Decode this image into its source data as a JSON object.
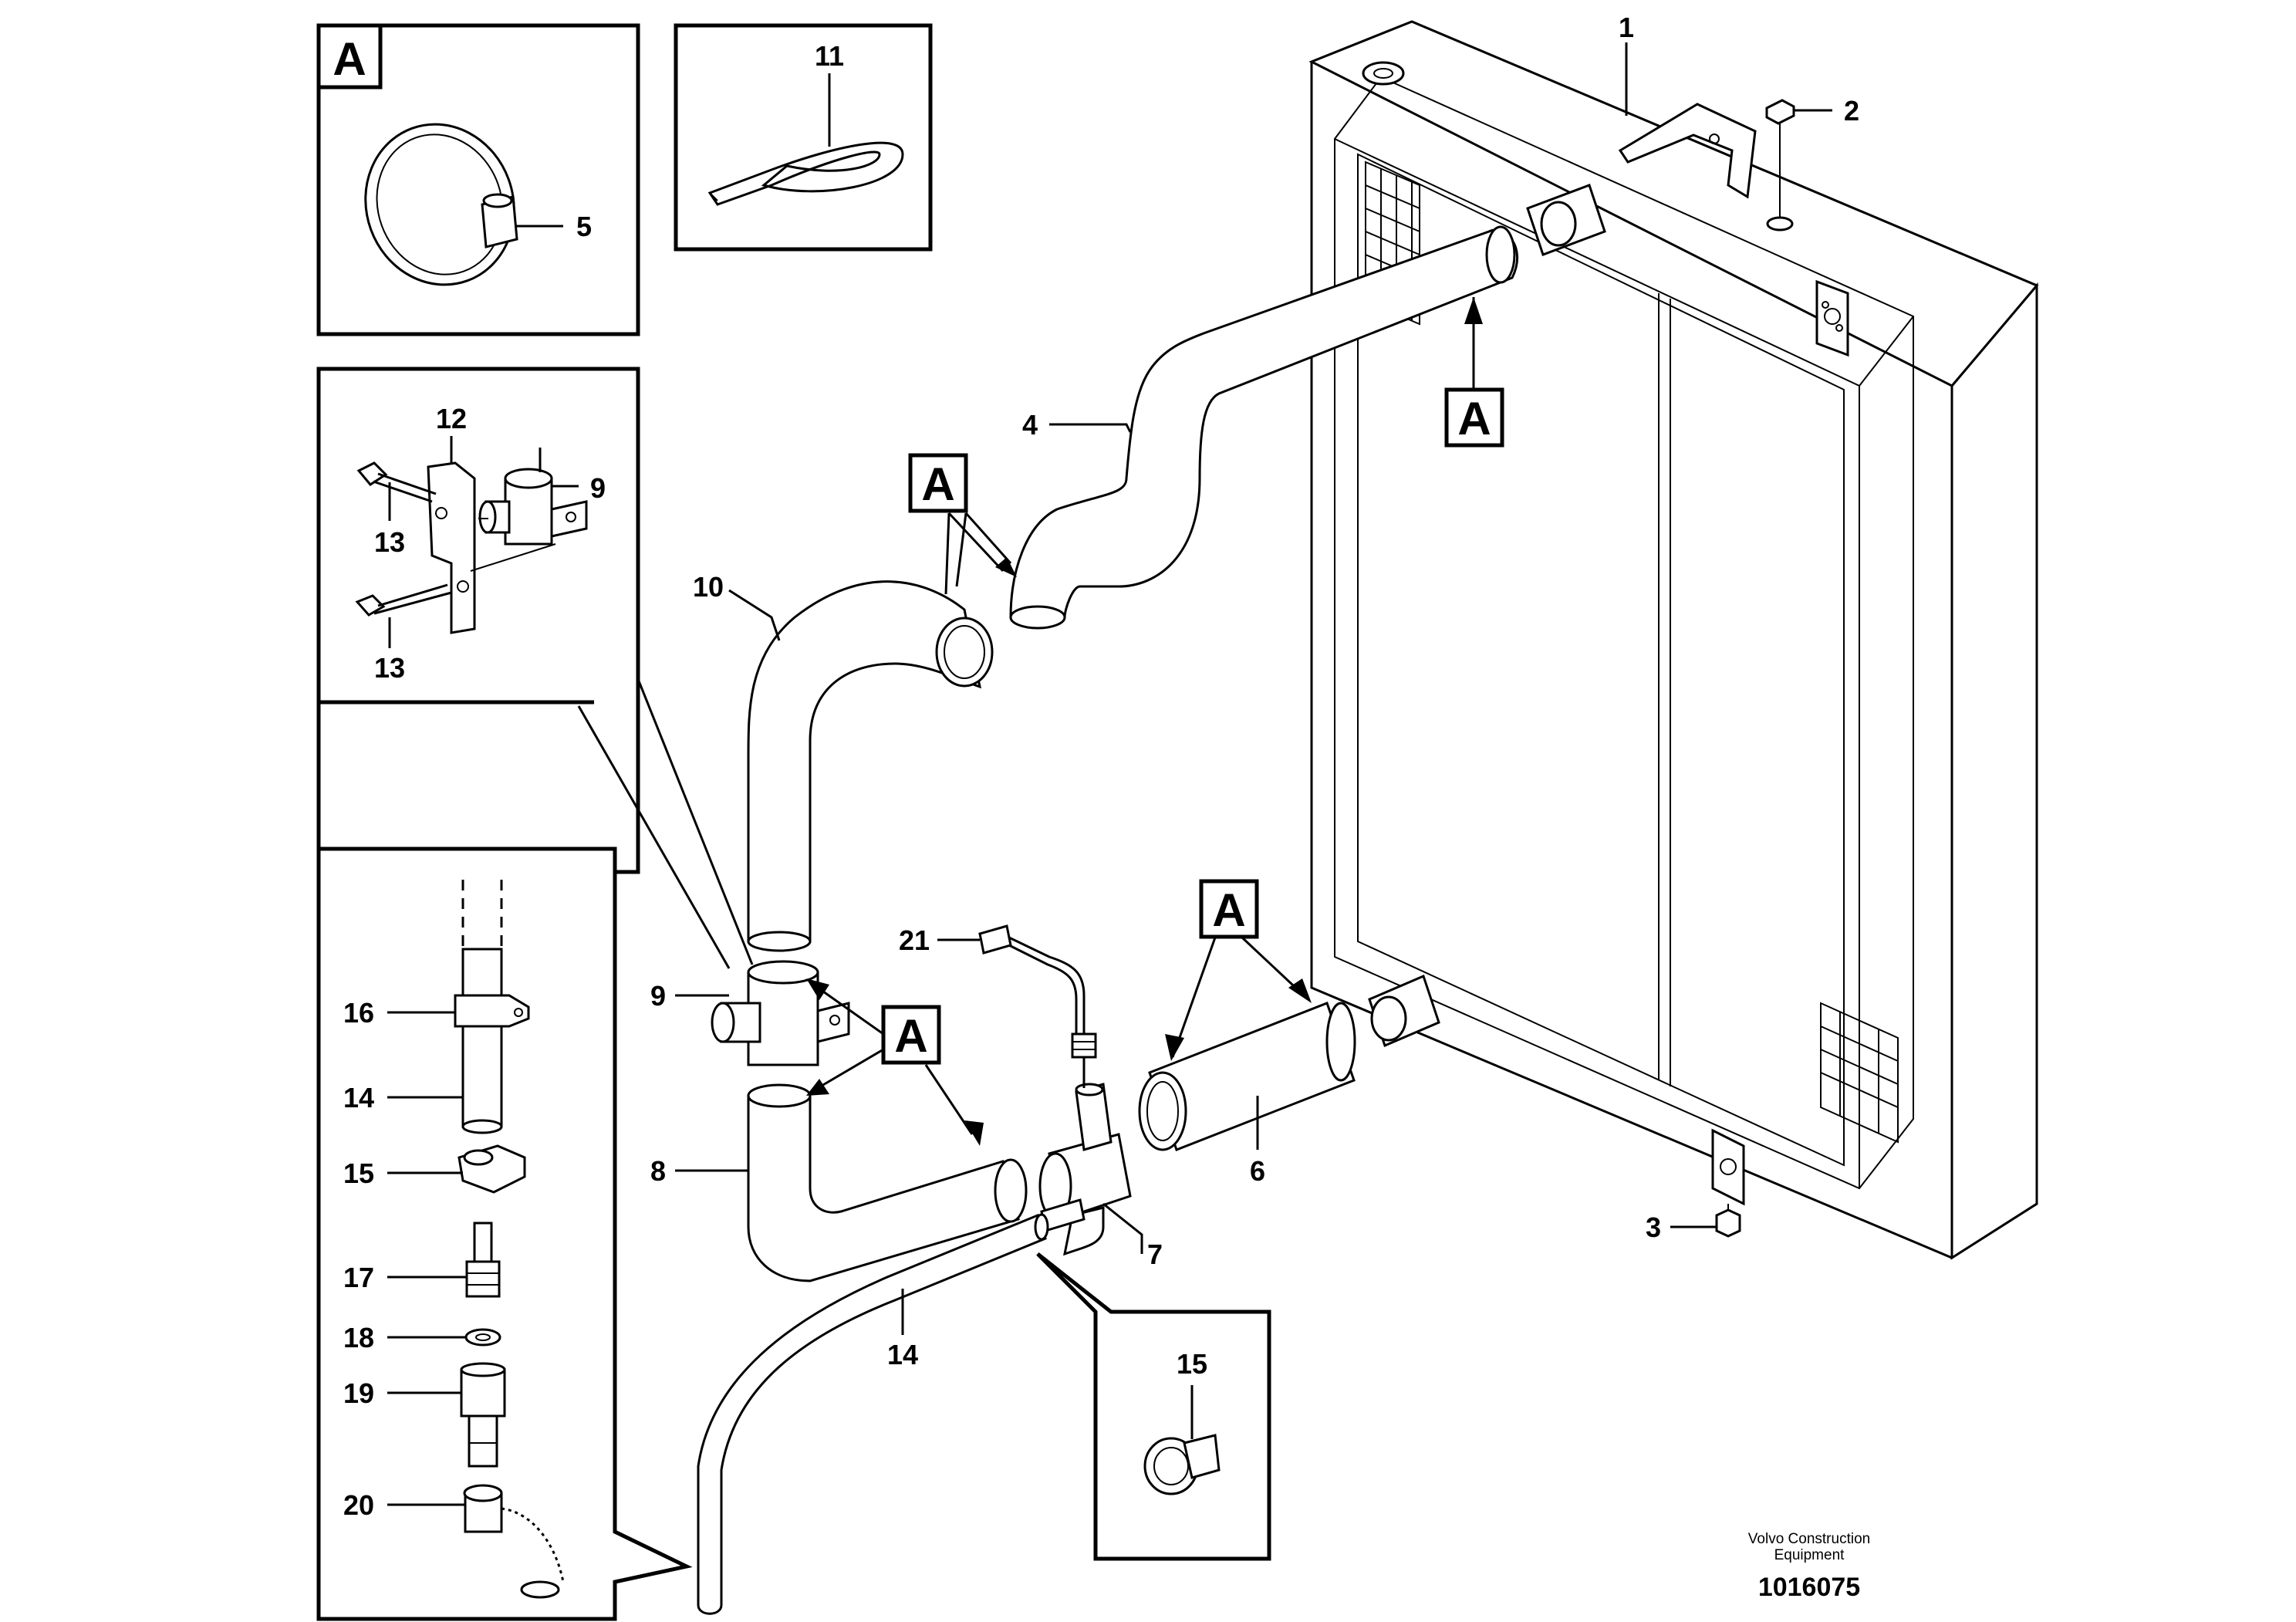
{
  "diagram": {
    "callout_letter": "A",
    "part_numbers": {
      "p1": "1",
      "p2": "2",
      "p3": "3",
      "p4": "4",
      "p5": "5",
      "p6": "6",
      "p7": "7",
      "p8": "8",
      "p9_main": "9",
      "p9_inset": "9",
      "p10": "10",
      "p11": "11",
      "p12": "12",
      "p13_top": "13",
      "p13_bottom": "13",
      "p14_main": "14",
      "p14_inset": "14",
      "p15_main": "15",
      "p15_inset": "15",
      "p16": "16",
      "p17": "17",
      "p18": "18",
      "p19": "19",
      "p20": "20",
      "p21": "21"
    },
    "footer": {
      "company_line1": "Volvo Construction",
      "company_line2": "Equipment",
      "drawing_number": "1016075"
    }
  }
}
